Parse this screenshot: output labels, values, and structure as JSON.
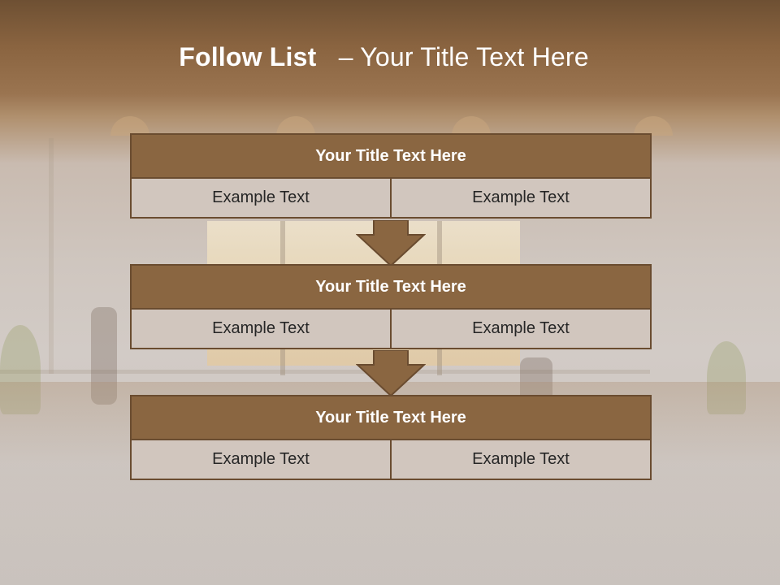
{
  "slide": {
    "title_bold": "Follow List",
    "title_rest": "– Your Title Text Here"
  },
  "blocks": [
    {
      "header": "Your Title Text Here",
      "left": "Example Text",
      "right": "Example Text"
    },
    {
      "header": "Your Title Text Here",
      "left": "Example Text",
      "right": "Example Text"
    },
    {
      "header": "Your Title Text Here",
      "left": "Example Text",
      "right": "Example Text"
    }
  ],
  "colors": {
    "header_fill": "#8a6641",
    "cell_fill": "#d1c6be",
    "border": "#6a4c30",
    "arrow_fill": "#8a6641",
    "title_text": "#ffffff"
  }
}
